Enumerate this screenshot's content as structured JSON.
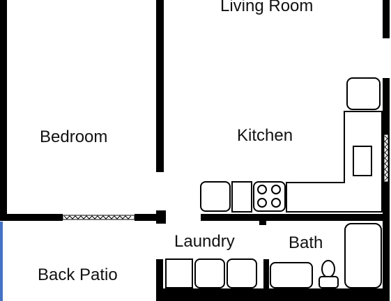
{
  "floor_plan": {
    "rooms": {
      "living_room": "Living Room",
      "bedroom": "Bedroom",
      "kitchen": "Kitchen",
      "laundry": "Laundry",
      "bath": "Bath",
      "back_patio": "Back Patio"
    },
    "colors": {
      "wall": "#000000",
      "fixture_stroke": "#000000",
      "fixture_fill": "#ffffff",
      "patio_edge": "#4472c4",
      "background": "#ffffff"
    },
    "icons": [
      "stove-burner-icon",
      "toilet-icon",
      "sink-icon",
      "window-icon"
    ]
  }
}
